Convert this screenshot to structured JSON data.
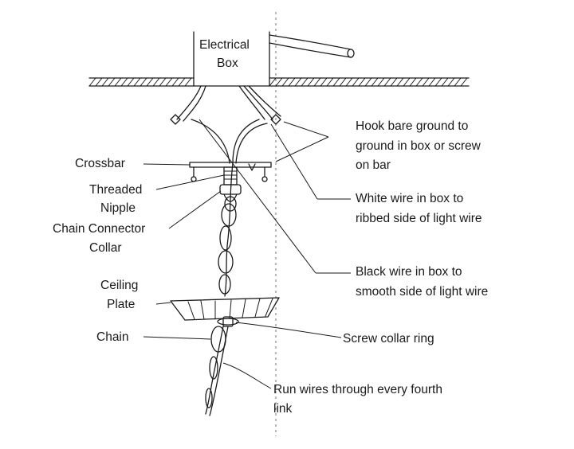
{
  "labels": {
    "electrical_box_1": "Electrical",
    "electrical_box_2": "Box",
    "hook_ground_1": "Hook bare ground to",
    "hook_ground_2": "ground in box or screw",
    "hook_ground_3": "on bar",
    "white_wire_1": "White wire in box to",
    "white_wire_2": "ribbed side of light wire",
    "black_wire_1": "Black wire in box to",
    "black_wire_2": "smooth side of light wire",
    "screw_collar": "Screw collar ring",
    "run_wires_1": "Run wires through every fourth",
    "run_wires_2": "link",
    "crossbar": "Crossbar",
    "threaded_1": "Threaded",
    "threaded_2": "Nipple",
    "chain_connector_1": "Chain Connector",
    "chain_connector_2": "Collar",
    "ceiling_1": "Ceiling",
    "ceiling_2": "Plate",
    "chain": "Chain"
  }
}
